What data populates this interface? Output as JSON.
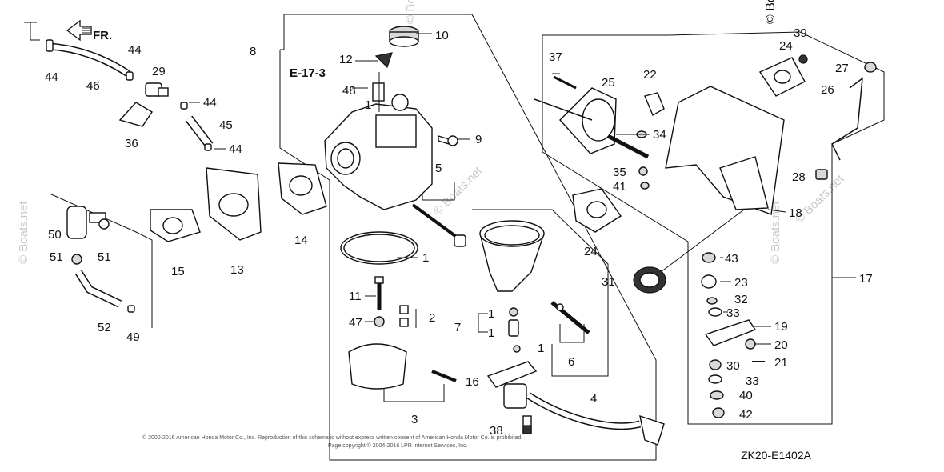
{
  "diagram": {
    "direction_label": "FR.",
    "reference": "E-17-3",
    "drawing_code": "ZK20-E1402A",
    "watermark": "© Boats.net",
    "copyright_line_1": "© 2000-2016 American Honda Motor Co., Inc. Reproduction of this schematic without express written consent of American Honda Motor Co. is prohibited.",
    "copyright_line_2": "Page copyright © 2004-2016 LPR Internet Services, Inc.",
    "callouts": {
      "c1a": "1",
      "c1b": "1",
      "c1c": "1",
      "c1d": "1",
      "c1e": "1",
      "c2": "2",
      "c3": "3",
      "c4": "4",
      "c5": "5",
      "c6": "6",
      "c7": "7",
      "c8": "8",
      "c9": "9",
      "c10": "10",
      "c11": "11",
      "c12": "12",
      "c13": "13",
      "c14": "14",
      "c15": "15",
      "c16": "16",
      "c17": "17",
      "c18": "18",
      "c19": "19",
      "c20": "20",
      "c21": "21",
      "c22": "22",
      "c23": "23",
      "c24a": "24",
      "c24b": "24",
      "c25": "25",
      "c26": "26",
      "c27": "27",
      "c28": "28",
      "c29": "29",
      "c30": "30",
      "c31": "31",
      "c32": "32",
      "c33a": "33",
      "c33b": "33",
      "c34": "34",
      "c35": "35",
      "c36": "36",
      "c37": "37",
      "c38": "38",
      "c39": "39",
      "c40": "40",
      "c41": "41",
      "c42": "42",
      "c43": "43",
      "c44a": "44",
      "c44b": "44",
      "c44c": "44",
      "c44d": "44",
      "c45": "45",
      "c46": "46",
      "c47": "47",
      "c48": "48",
      "c49": "49",
      "c50": "50",
      "c51a": "51",
      "c51b": "51",
      "c52": "52"
    }
  }
}
